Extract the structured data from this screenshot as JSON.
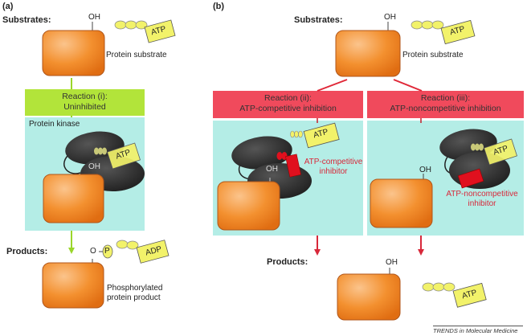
{
  "figure": {
    "panel_a": {
      "label": "(a)",
      "substrates_label": "Substrates:",
      "oh_label": "OH",
      "atp_label": "ATP",
      "protein_substrate_label": "Protein substrate",
      "reaction_title": "Reaction (i):",
      "reaction_subtitle": "Uninhibited",
      "kinase_label": "Protein kinase",
      "kinase_oh": "OH",
      "kinase_atp": "ATP",
      "products_label": "Products:",
      "o_label": "O",
      "p_label": "P",
      "adp_label": "ADP",
      "product_line1": "Phosphorylated",
      "product_line2": "protein product"
    },
    "panel_b": {
      "label": "(b)",
      "substrates_label": "Substrates:",
      "oh_label": "OH",
      "atp_label": "ATP",
      "protein_substrate_label": "Protein substrate",
      "reaction_ii_title": "Reaction (ii):",
      "reaction_ii_subtitle": "ATP-competitive inhibition",
      "reaction_iii_title": "Reaction (iii):",
      "reaction_iii_subtitle": "ATP-noncompetitive inhibition",
      "ii_oh": "OH",
      "ii_atp": "ATP",
      "ii_inhibitor_line1": "ATP-competitive",
      "ii_inhibitor_line2": "inhibitor",
      "iii_oh": "OH",
      "iii_atp": "ATP",
      "iii_inhibitor_line1": "ATP-noncompetitive",
      "iii_inhibitor_line2": "inhibitor",
      "products_label": "Products:",
      "product_oh": "OH",
      "product_atp": "ATP"
    },
    "footer": "TRENDS in Molecular Medicine",
    "colors": {
      "protein": "#f0852a",
      "kinase": "#2b2b2b",
      "atp_box": "#f2f26a",
      "phosphate": "#f2f26a",
      "uninhibited": "#b2e43a",
      "inhibited": "#f04a5c",
      "kinase_panel": "#b4ede6",
      "inhibitor": "#e0101e"
    }
  }
}
